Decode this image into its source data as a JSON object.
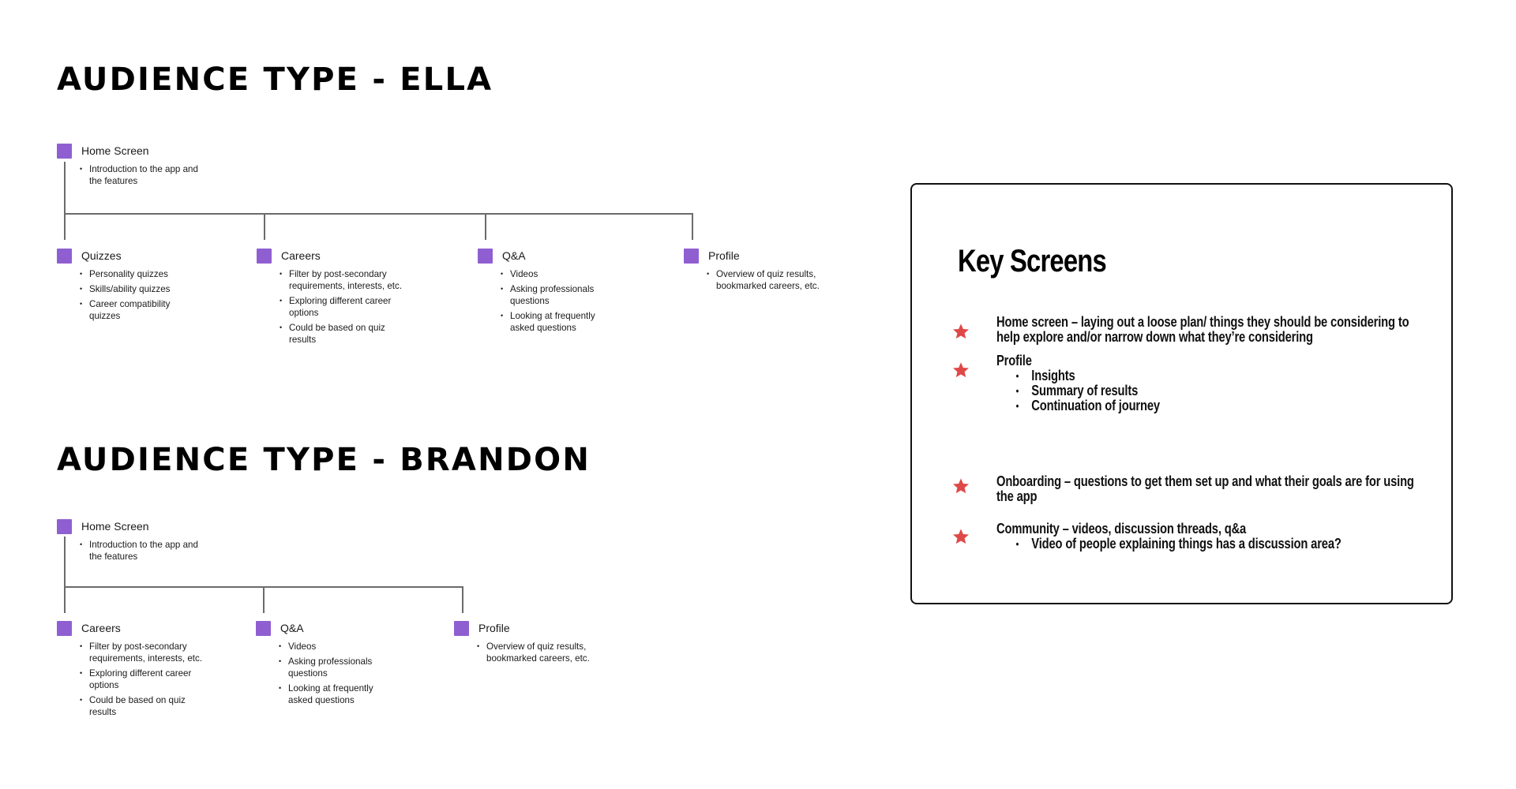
{
  "colors": {
    "node": "#8f5fd2",
    "star": "#e04848",
    "connector": "#6b6b6b"
  },
  "ella": {
    "title": "AUDIENCE TYPE - ELLA",
    "root": {
      "label": "Home Screen",
      "bullets": [
        "Introduction to the app and the features"
      ]
    },
    "children": [
      {
        "label": "Quizzes",
        "bullets": [
          "Personality quizzes",
          "Skills/ability quizzes",
          "Career compatibility quizzes"
        ]
      },
      {
        "label": "Careers",
        "bullets": [
          "Filter by post-secondary requirements, interests, etc.",
          "Exploring different career options",
          "Could be based on quiz results"
        ]
      },
      {
        "label": "Q&A",
        "bullets": [
          "Videos",
          "Asking professionals questions",
          "Looking at frequently asked questions"
        ]
      },
      {
        "label": "Profile",
        "bullets": [
          "Overview of quiz results, bookmarked careers, etc."
        ]
      }
    ]
  },
  "brandon": {
    "title": "AUDIENCE TYPE - BRANDON",
    "root": {
      "label": "Home Screen",
      "bullets": [
        "Introduction to the app and the features"
      ]
    },
    "children": [
      {
        "label": "Careers",
        "bullets": [
          "Filter by post-secondary requirements, interests, etc.",
          "Exploring different career options",
          "Could be based on quiz results"
        ]
      },
      {
        "label": "Q&A",
        "bullets": [
          "Videos",
          "Asking professionals questions",
          "Looking at frequently asked questions"
        ]
      },
      {
        "label": "Profile",
        "bullets": [
          "Overview of quiz results, bookmarked careers, etc."
        ]
      }
    ]
  },
  "key_screens": {
    "title": "Key Screens",
    "items": [
      {
        "text": "Home screen – laying out a loose plan/ things they should be considering to help explore and/or narrow down what they’re considering",
        "sub": []
      },
      {
        "text": "Profile",
        "sub": [
          "Insights",
          "Summary of results",
          "Continuation of journey"
        ]
      },
      {
        "text": "Onboarding – questions to get them set up and what their goals are for using the app",
        "sub": []
      },
      {
        "text": "Community – videos, discussion threads, q&a",
        "sub": [
          "Video of people explaining things has a discussion area?"
        ]
      }
    ]
  }
}
